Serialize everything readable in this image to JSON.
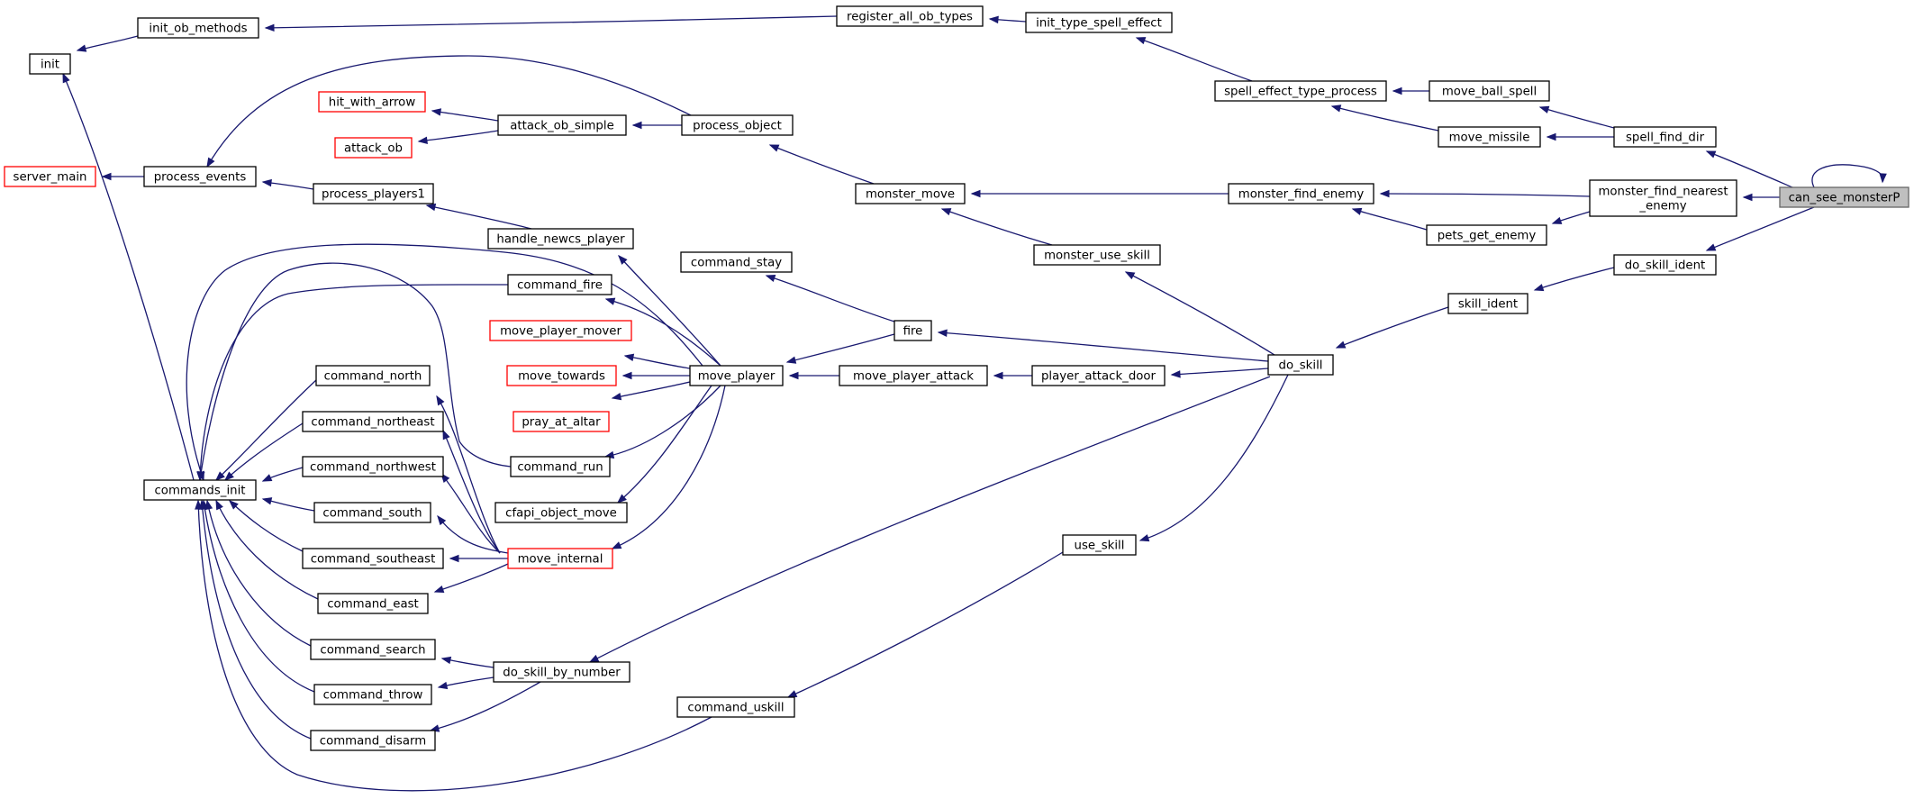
{
  "colors": {
    "edge": "#191970",
    "node_border": "#000000",
    "truncated_node_border": "#ff0000",
    "root_fill": "#bfbfbf",
    "root_border": "#666666"
  },
  "graph": {
    "root": "can_see_monsterP",
    "nodes": [
      {
        "id": "init",
        "lines": [
          "init"
        ]
      },
      {
        "id": "init_ob_methods",
        "lines": [
          "init_ob_methods"
        ]
      },
      {
        "id": "register_all_ob_types",
        "lines": [
          "register_all_ob_types"
        ]
      },
      {
        "id": "init_type_spell_effect",
        "lines": [
          "init_type_spell_effect"
        ]
      },
      {
        "id": "spell_effect_type_process",
        "lines": [
          "spell_effect_type_process"
        ]
      },
      {
        "id": "move_ball_spell",
        "lines": [
          "move_ball_spell"
        ]
      },
      {
        "id": "move_missile",
        "lines": [
          "move_missile"
        ]
      },
      {
        "id": "spell_find_dir",
        "lines": [
          "spell_find_dir"
        ]
      },
      {
        "id": "can_see_monsterP",
        "lines": [
          "can_see_monsterP"
        ],
        "root": true
      },
      {
        "id": "hit_with_arrow",
        "lines": [
          "hit_with_arrow"
        ],
        "truncated": true
      },
      {
        "id": "attack_ob",
        "lines": [
          "attack_ob"
        ],
        "truncated": true
      },
      {
        "id": "attack_ob_simple",
        "lines": [
          "attack_ob_simple"
        ]
      },
      {
        "id": "process_object",
        "lines": [
          "process_object"
        ]
      },
      {
        "id": "server_main",
        "lines": [
          "server_main"
        ],
        "truncated": true
      },
      {
        "id": "process_events",
        "lines": [
          "process_events"
        ]
      },
      {
        "id": "process_players1",
        "lines": [
          "process_players1"
        ]
      },
      {
        "id": "monster_move",
        "lines": [
          "monster_move"
        ]
      },
      {
        "id": "monster_find_enemy",
        "lines": [
          "monster_find_enemy"
        ]
      },
      {
        "id": "monster_find_nearest_enemy",
        "lines": [
          "monster_find_nearest",
          "_enemy"
        ]
      },
      {
        "id": "pets_get_enemy",
        "lines": [
          "pets_get_enemy"
        ]
      },
      {
        "id": "handle_newcs_player",
        "lines": [
          "handle_newcs_player"
        ]
      },
      {
        "id": "command_stay",
        "lines": [
          "command_stay"
        ]
      },
      {
        "id": "monster_use_skill",
        "lines": [
          "monster_use_skill"
        ]
      },
      {
        "id": "do_skill_ident",
        "lines": [
          "do_skill_ident"
        ]
      },
      {
        "id": "command_fire",
        "lines": [
          "command_fire"
        ]
      },
      {
        "id": "skill_ident",
        "lines": [
          "skill_ident"
        ]
      },
      {
        "id": "move_player_mover",
        "lines": [
          "move_player_mover"
        ],
        "truncated": true
      },
      {
        "id": "fire",
        "lines": [
          "fire"
        ]
      },
      {
        "id": "do_skill",
        "lines": [
          "do_skill"
        ]
      },
      {
        "id": "move_towards",
        "lines": [
          "move_towards"
        ],
        "truncated": true
      },
      {
        "id": "move_player",
        "lines": [
          "move_player"
        ]
      },
      {
        "id": "move_player_attack",
        "lines": [
          "move_player_attack"
        ]
      },
      {
        "id": "player_attack_door",
        "lines": [
          "player_attack_door"
        ]
      },
      {
        "id": "command_north",
        "lines": [
          "command_north"
        ]
      },
      {
        "id": "pray_at_altar",
        "lines": [
          "pray_at_altar"
        ],
        "truncated": true
      },
      {
        "id": "command_northeast",
        "lines": [
          "command_northeast"
        ]
      },
      {
        "id": "command_run",
        "lines": [
          "command_run"
        ]
      },
      {
        "id": "command_northwest",
        "lines": [
          "command_northwest"
        ]
      },
      {
        "id": "commands_init",
        "lines": [
          "commands_init"
        ]
      },
      {
        "id": "command_south",
        "lines": [
          "command_south"
        ]
      },
      {
        "id": "cfapi_object_move",
        "lines": [
          "cfapi_object_move"
        ]
      },
      {
        "id": "use_skill",
        "lines": [
          "use_skill"
        ]
      },
      {
        "id": "command_southeast",
        "lines": [
          "command_southeast"
        ]
      },
      {
        "id": "move_internal",
        "lines": [
          "move_internal"
        ],
        "truncated": true
      },
      {
        "id": "command_east",
        "lines": [
          "command_east"
        ]
      },
      {
        "id": "command_search",
        "lines": [
          "command_search"
        ]
      },
      {
        "id": "do_skill_by_number",
        "lines": [
          "do_skill_by_number"
        ]
      },
      {
        "id": "command_throw",
        "lines": [
          "command_throw"
        ]
      },
      {
        "id": "command_uskill",
        "lines": [
          "command_uskill"
        ]
      },
      {
        "id": "command_disarm",
        "lines": [
          "command_disarm"
        ]
      }
    ],
    "edges": [
      {
        "from": "init_ob_methods",
        "to": "init"
      },
      {
        "from": "register_all_ob_types",
        "to": "init_ob_methods"
      },
      {
        "from": "init_type_spell_effect",
        "to": "register_all_ob_types"
      },
      {
        "from": "spell_effect_type_process",
        "to": "init_type_spell_effect"
      },
      {
        "from": "move_ball_spell",
        "to": "spell_effect_type_process"
      },
      {
        "from": "move_missile",
        "to": "spell_effect_type_process"
      },
      {
        "from": "spell_find_dir",
        "to": "move_ball_spell"
      },
      {
        "from": "spell_find_dir",
        "to": "move_missile"
      },
      {
        "from": "can_see_monsterP",
        "to": "spell_find_dir"
      },
      {
        "from": "can_see_monsterP",
        "to": "can_see_monsterP"
      },
      {
        "from": "can_see_monsterP",
        "to": "monster_find_nearest_enemy"
      },
      {
        "from": "can_see_monsterP",
        "to": "do_skill_ident"
      },
      {
        "from": "monster_find_nearest_enemy",
        "to": "monster_find_enemy"
      },
      {
        "from": "monster_find_nearest_enemy",
        "to": "pets_get_enemy"
      },
      {
        "from": "pets_get_enemy",
        "to": "monster_find_enemy"
      },
      {
        "from": "monster_find_enemy",
        "to": "monster_move"
      },
      {
        "from": "monster_move",
        "to": "process_object"
      },
      {
        "from": "process_object",
        "to": "attack_ob_simple"
      },
      {
        "from": "process_object",
        "to": "process_events"
      },
      {
        "from": "attack_ob_simple",
        "to": "hit_with_arrow"
      },
      {
        "from": "attack_ob_simple",
        "to": "attack_ob"
      },
      {
        "from": "process_events",
        "to": "server_main"
      },
      {
        "from": "process_players1",
        "to": "process_events"
      },
      {
        "from": "handle_newcs_player",
        "to": "process_players1"
      },
      {
        "from": "do_skill_ident",
        "to": "skill_ident"
      },
      {
        "from": "skill_ident",
        "to": "do_skill"
      },
      {
        "from": "do_skill",
        "to": "monster_use_skill"
      },
      {
        "from": "do_skill",
        "to": "fire"
      },
      {
        "from": "do_skill",
        "to": "player_attack_door"
      },
      {
        "from": "do_skill",
        "to": "do_skill_by_number"
      },
      {
        "from": "do_skill",
        "to": "use_skill"
      },
      {
        "from": "monster_use_skill",
        "to": "monster_move"
      },
      {
        "from": "fire",
        "to": "command_stay"
      },
      {
        "from": "fire",
        "to": "move_player"
      },
      {
        "from": "player_attack_door",
        "to": "move_player_attack"
      },
      {
        "from": "move_player_attack",
        "to": "move_player"
      },
      {
        "from": "move_player",
        "to": "handle_newcs_player"
      },
      {
        "from": "move_player",
        "to": "command_fire"
      },
      {
        "from": "move_player",
        "to": "move_player_mover"
      },
      {
        "from": "move_player",
        "to": "move_towards"
      },
      {
        "from": "move_player",
        "to": "pray_at_altar"
      },
      {
        "from": "move_player",
        "to": "command_run"
      },
      {
        "from": "move_player",
        "to": "cfapi_object_move"
      },
      {
        "from": "move_player",
        "to": "move_internal"
      },
      {
        "from": "move_player",
        "to": "commands_init"
      },
      {
        "from": "command_fire",
        "to": "commands_init"
      },
      {
        "from": "command_run",
        "to": "commands_init"
      },
      {
        "from": "move_internal",
        "to": "command_north"
      },
      {
        "from": "move_internal",
        "to": "command_northeast"
      },
      {
        "from": "move_internal",
        "to": "command_northwest"
      },
      {
        "from": "move_internal",
        "to": "command_south"
      },
      {
        "from": "move_internal",
        "to": "command_southeast"
      },
      {
        "from": "move_internal",
        "to": "command_east"
      },
      {
        "from": "command_north",
        "to": "commands_init"
      },
      {
        "from": "command_northeast",
        "to": "commands_init"
      },
      {
        "from": "command_northwest",
        "to": "commands_init"
      },
      {
        "from": "command_south",
        "to": "commands_init"
      },
      {
        "from": "command_southeast",
        "to": "commands_init"
      },
      {
        "from": "command_east",
        "to": "commands_init"
      },
      {
        "from": "do_skill_by_number",
        "to": "command_search"
      },
      {
        "from": "do_skill_by_number",
        "to": "command_throw"
      },
      {
        "from": "do_skill_by_number",
        "to": "command_disarm"
      },
      {
        "from": "command_search",
        "to": "commands_init"
      },
      {
        "from": "command_throw",
        "to": "commands_init"
      },
      {
        "from": "command_disarm",
        "to": "commands_init"
      },
      {
        "from": "use_skill",
        "to": "command_uskill"
      },
      {
        "from": "command_uskill",
        "to": "commands_init"
      },
      {
        "from": "commands_init",
        "to": "init"
      }
    ]
  }
}
